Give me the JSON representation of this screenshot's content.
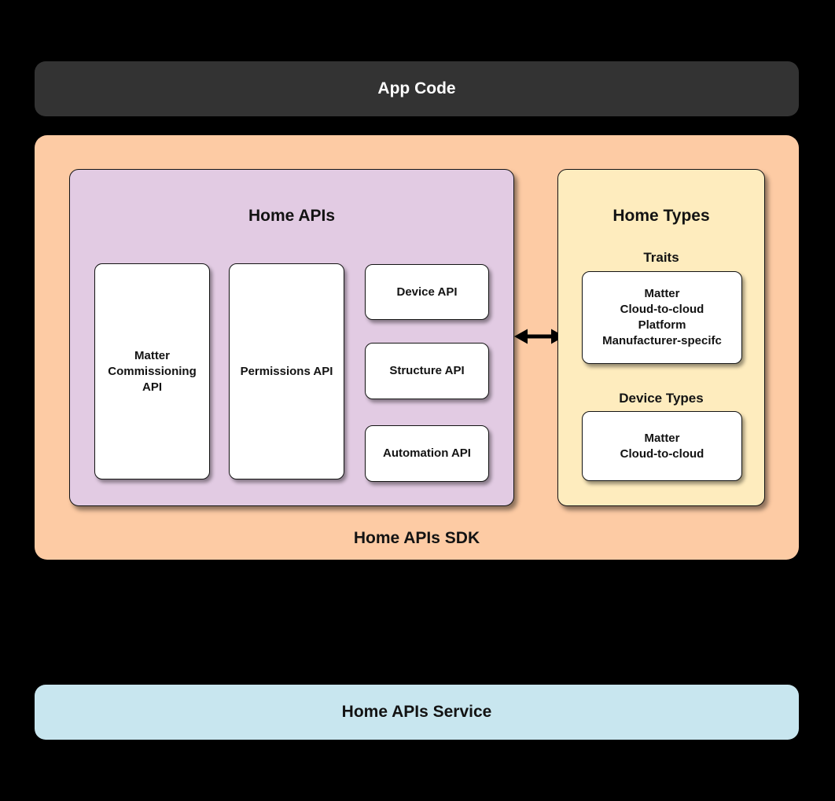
{
  "diagram": {
    "app_code": {
      "label": "App Code"
    },
    "sdk": {
      "label": "Home APIs SDK",
      "home_apis": {
        "title": "Home APIs",
        "matter_commissioning_api": [
          "Matter",
          "Commissioning",
          "API"
        ],
        "permissions_api": "Permissions API",
        "device_api": "Device API",
        "structure_api": "Structure API",
        "automation_api": "Automation API"
      },
      "home_types": {
        "title": "Home Types",
        "traits_heading": "Traits",
        "traits": [
          "Matter",
          "Cloud-to-cloud",
          "Platform",
          "Manufacturer-specifc"
        ],
        "device_types_heading": "Device Types",
        "device_types": [
          "Matter",
          "Cloud-to-cloud"
        ]
      },
      "connector": "bidirectional-arrow"
    },
    "service": {
      "label": "Home APIs Service"
    }
  },
  "colors": {
    "background": "#000000",
    "app_code_bg": "#333333",
    "app_code_text": "#ffffff",
    "sdk_bg": "#fdcba4",
    "home_apis_bg": "#e2cbe3",
    "home_types_bg": "#feecbe",
    "service_bg": "#c8e6ef",
    "card_bg": "#ffffff",
    "text_dark": "#131313",
    "outline": "#141414"
  }
}
